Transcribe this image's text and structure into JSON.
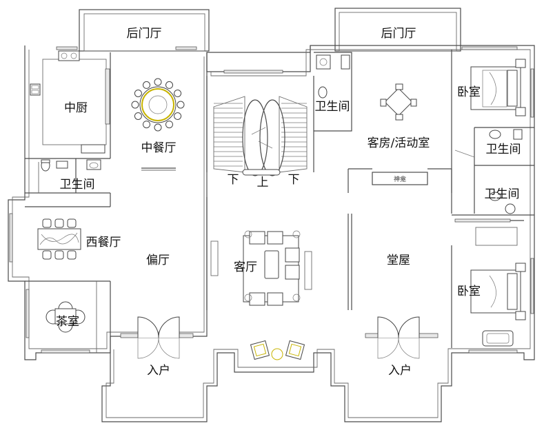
{
  "rooms": {
    "back_hall_left": "后门厅",
    "back_hall_right": "后门厅",
    "kitchen": "中厨",
    "dining": "中餐厅",
    "bath_left": "卫生间",
    "western_dining": "西餐厅",
    "side_hall": "偏厅",
    "tea_room": "茶室",
    "entrance_left": "入户",
    "living_room": "客厅",
    "stair_down_left": "下",
    "stair_up": "上",
    "stair_down_right": "下",
    "bath_center": "卫生间",
    "guest_activity": "客房/活动室",
    "shrine": "神龛",
    "main_hall": "堂屋",
    "entrance_right": "入户",
    "bedroom_top": "卧室",
    "bath_right_top": "卫生间",
    "bath_right_bottom": "卫生间",
    "bedroom_bottom": "卧室"
  }
}
